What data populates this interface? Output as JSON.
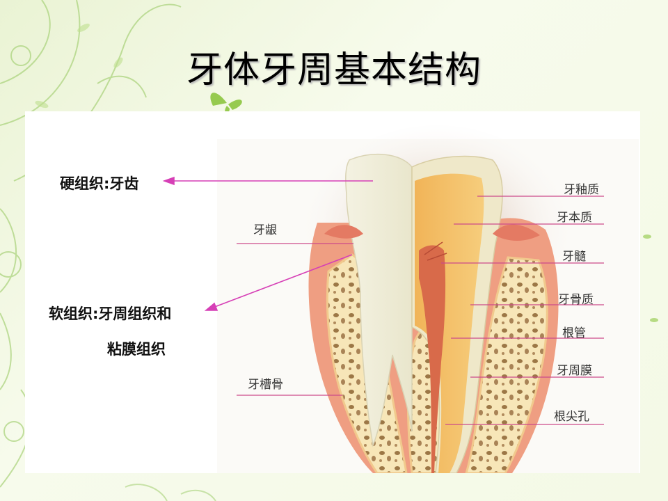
{
  "slide": {
    "title": "牙体牙周基本结构"
  },
  "callouts": {
    "hard_tissue": "硬组织:牙齿",
    "soft_tissue_line1": "软组织:牙周组织和",
    "soft_tissue_line2": "粘膜组织"
  },
  "labels": {
    "gingiva": "牙龈",
    "alveolar_bone": "牙槽骨",
    "enamel": "牙釉质",
    "dentin": "牙本质",
    "pulp": "牙髓",
    "cementum": "牙骨质",
    "root_canal": "根管",
    "periodontal_ligament": "牙周膜",
    "apical_foramen": "根尖孔"
  },
  "colors": {
    "arrow": "#d63fb6",
    "leader": "#cc4a8a"
  }
}
